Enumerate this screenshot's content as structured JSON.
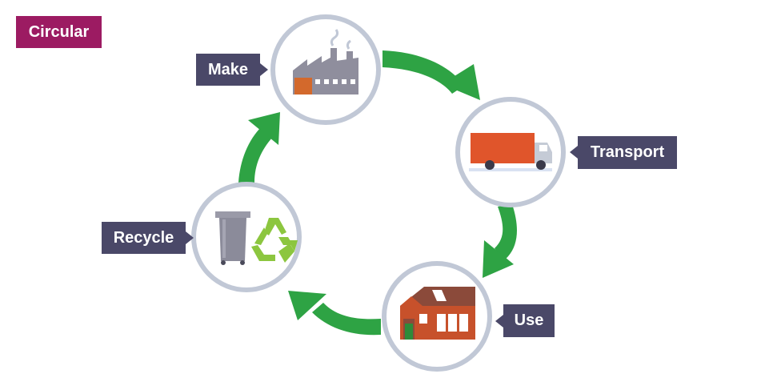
{
  "title": "Circular",
  "stages": {
    "make": {
      "label": "Make",
      "icon": "factory-icon"
    },
    "transport": {
      "label": "Transport",
      "icon": "truck-icon"
    },
    "use": {
      "label": "Use",
      "icon": "house-icon"
    },
    "recycle": {
      "label": "Recycle",
      "icon": "recycle-bin-icon"
    }
  },
  "colors": {
    "arrow": "#2ea344",
    "circle_border": "#c1c8d6",
    "label_bg": "#4a4868",
    "title_bg": "#9c1b62",
    "factory": "#8f8e9d",
    "truck_body": "#e0552b",
    "house": "#c7512b",
    "recycle_symbol": "#8cc63f",
    "bin": "#8b8b9a"
  }
}
